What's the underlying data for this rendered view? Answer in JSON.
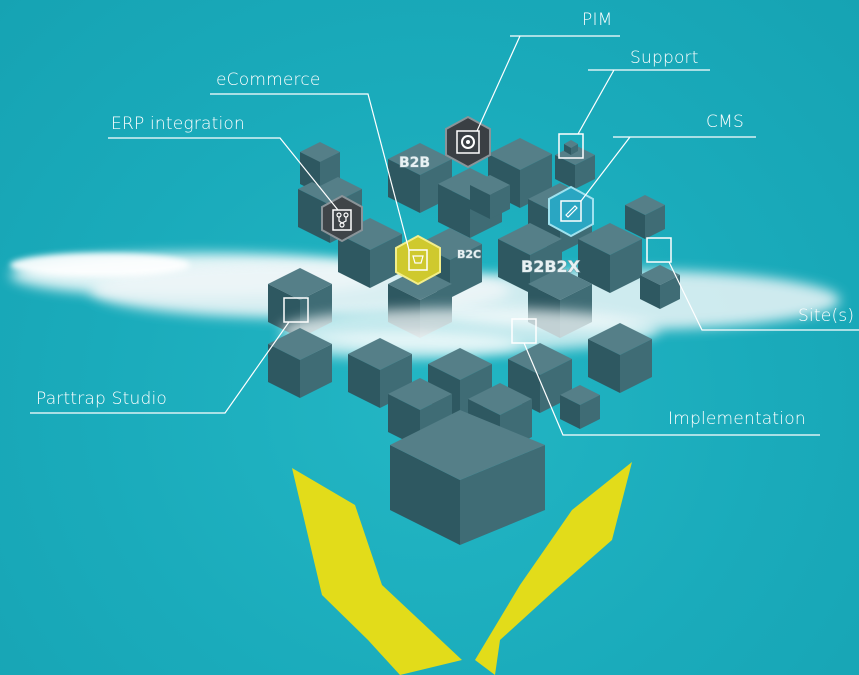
{
  "labels": {
    "pim": "PIM",
    "support": "Support",
    "ecommerce": "eCommerce",
    "cms": "CMS",
    "erp": "ERP integration",
    "sites": "Site(s)",
    "studio": "Parttrap Studio",
    "implementation": "Implementation"
  },
  "badges": {
    "b2b": "B2B",
    "b2c": "B2C",
    "b2b2x": "B2B2X"
  },
  "colors": {
    "background": "#1aabbb",
    "cube_top": "#4f7a83",
    "cube_left": "#2f5a63",
    "cube_right": "#3c6a73",
    "hands": "#e2dc1a",
    "cloud": "#eef6f8",
    "ecommerce_icon": "#cfc92e",
    "cms_icon": "#2aa6c2",
    "pim_icon": "#3a3f44",
    "erp_icon": "#3f4448"
  },
  "icons": [
    "git-branch-icon",
    "shopping-cart-icon",
    "settings-target-icon",
    "edit-icon",
    "cube-icon",
    "window-icon"
  ]
}
